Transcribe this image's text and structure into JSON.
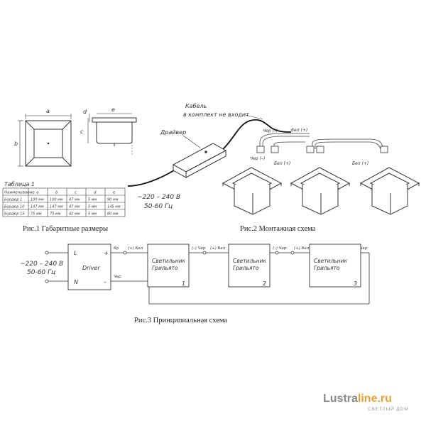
{
  "fig1": {
    "caption": "Рис.1 Габаритные размеры",
    "dim_a": "a",
    "dim_b": "b",
    "dim_c": "c",
    "dim_d": "d",
    "dim_e": "e",
    "table": {
      "title": "Таблица 1",
      "headers": [
        "Наименование",
        "a",
        "b",
        "c",
        "d",
        "e"
      ],
      "rows": [
        [
          "Бордюр 1",
          "100 мм",
          "100 мм",
          "47 мм",
          "5 мм",
          "90 мм"
        ],
        [
          "Бордюр 10",
          "147 мм",
          "147 мм",
          "47 мм",
          "5 мм",
          "145 мм"
        ],
        [
          "Бордюр 15",
          "75 мм",
          "75 мм",
          "42 мм",
          "5 мм",
          "60 мм"
        ]
      ]
    }
  },
  "fig2": {
    "caption": "Рис.2 Монтажная схема",
    "cable_line1": "Кабель",
    "cable_line2": "в комплект не входит",
    "driver_label": "Драйвер",
    "mains_line1": "~220 – 240 В",
    "mains_line2": "50-60 Гц",
    "labels": [
      "Чер (–)",
      "Бел (+)",
      "Чер (–)",
      "Бел (+)",
      "Бел (+)"
    ]
  },
  "fig3": {
    "caption": "Рис.3 Принципиальная схема",
    "mains_line1": "~220 – 240 В",
    "mains_line2": "50-60 Гц",
    "driver": {
      "name": "Driver",
      "L": "L",
      "N": "N",
      "plus": "+",
      "minus": "–"
    },
    "wire_labels": [
      "Кр",
      "(+) Бел",
      "(–) Чер",
      "(+) Бел",
      "(–) Чер",
      "(+) Бел",
      "(–) Чер",
      "Чер"
    ],
    "lamps": [
      {
        "line1": "Светильник",
        "line2": "Грильято",
        "num": "1"
      },
      {
        "line1": "Светильник",
        "line2": "Грильято",
        "num": "2"
      },
      {
        "line1": "Светильник",
        "line2": "Грильято",
        "num": "3"
      }
    ]
  },
  "logo": {
    "part1": "Lustra",
    "part2": "line.ru",
    "tagline": "СВЕТЛЫЙ ДОМ"
  },
  "colors": {
    "line": "#333333",
    "accent_orange": "#e6a33a",
    "accent_grey": "#8a8a8a"
  }
}
